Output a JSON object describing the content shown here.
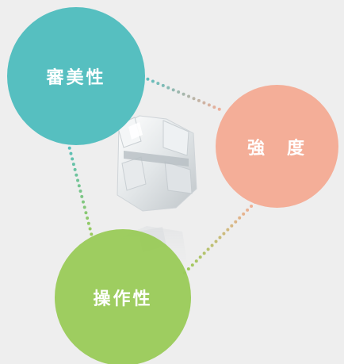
{
  "diagram": {
    "nodes": [
      {
        "id": "aesthetic",
        "label": "審美性",
        "color": "#56bfc0"
      },
      {
        "id": "strength",
        "label": "強　度",
        "color": "#f4ae98"
      },
      {
        "id": "operability",
        "label": "操作性",
        "color": "#9acb5a"
      }
    ],
    "edges": [
      {
        "from": "aesthetic",
        "to": "strength",
        "style": "dotted"
      },
      {
        "from": "aesthetic",
        "to": "operability",
        "style": "dotted"
      },
      {
        "from": "strength",
        "to": "operability",
        "style": "dotted"
      }
    ],
    "center_image": "ceramic-orthodontic-bracket"
  }
}
